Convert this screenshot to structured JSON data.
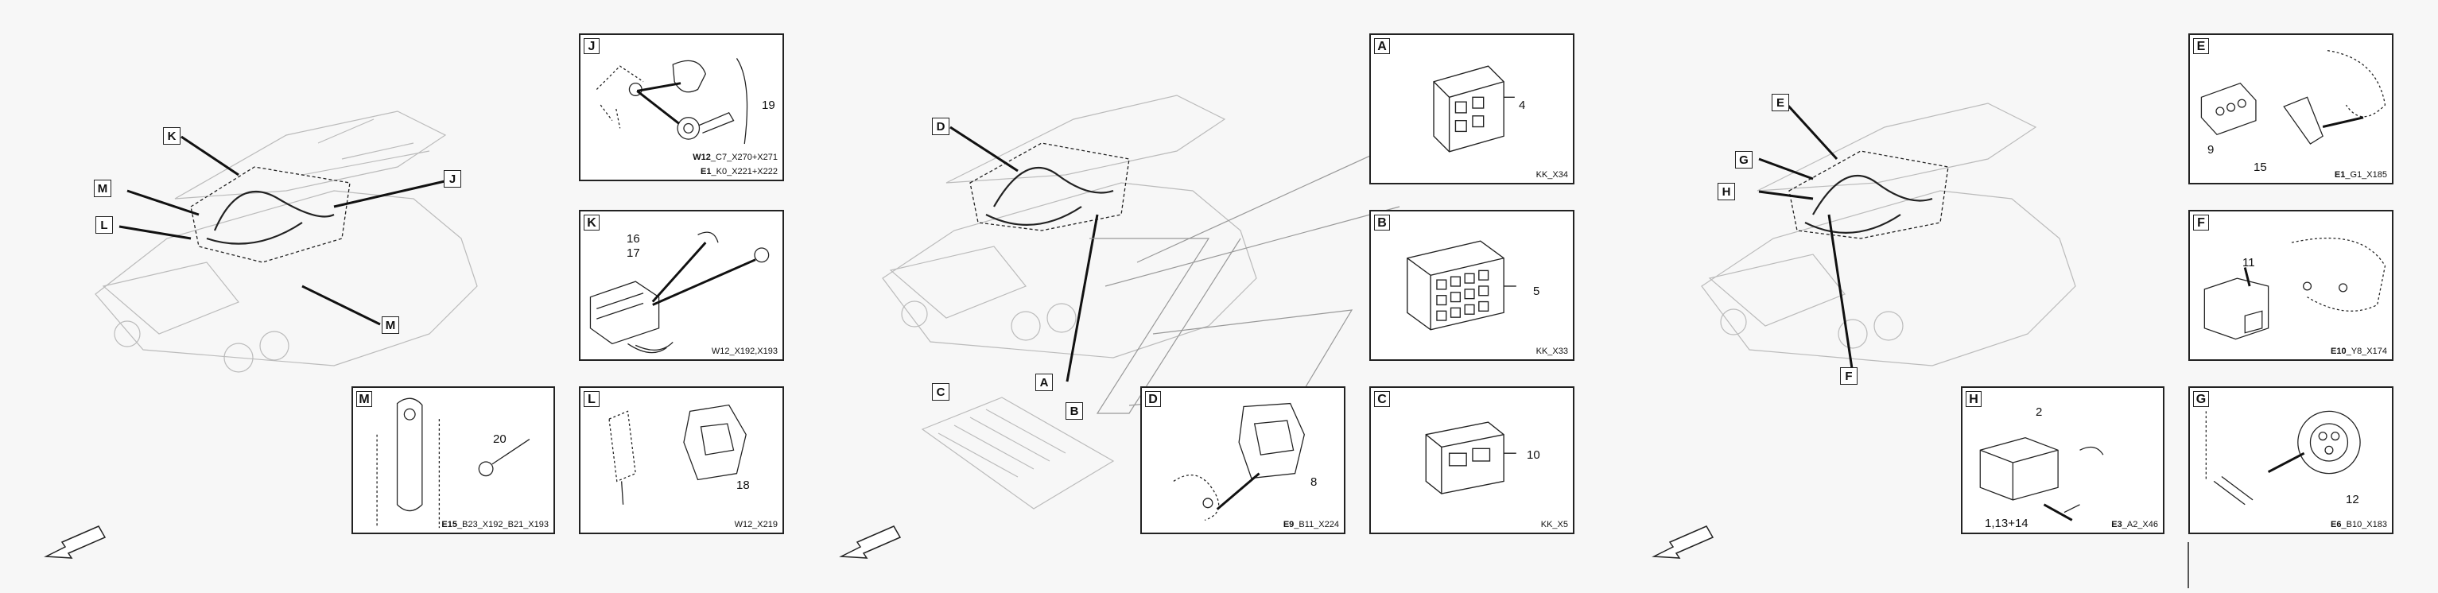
{
  "panels": {
    "J": {
      "letter": "J",
      "numbers": [
        "19"
      ],
      "ref1_bold": "W12",
      "ref1_rest": "_C7_X270+X271",
      "ref2_bold": "E1",
      "ref2_rest": "_K0_X221+X222"
    },
    "K": {
      "letter": "K",
      "numbers": [
        "16",
        "17"
      ],
      "ref": "W12_X192,X193"
    },
    "M": {
      "letter": "M",
      "numbers": [
        "20"
      ],
      "ref_bold": "E15",
      "ref_rest": "_B23_X192_B21_X193"
    },
    "L": {
      "letter": "L",
      "numbers": [
        "18"
      ],
      "ref": "W12_X219"
    },
    "A": {
      "letter": "A",
      "numbers": [
        "4"
      ],
      "ref": "KK_X34"
    },
    "B": {
      "letter": "B",
      "numbers": [
        "5"
      ],
      "ref": "KK_X33"
    },
    "C": {
      "letter": "C",
      "numbers": [
        "10"
      ],
      "ref": "KK_X5"
    },
    "D": {
      "letter": "D",
      "numbers": [
        "8"
      ],
      "ref_bold": "E9",
      "ref_rest": "_B11_X224"
    },
    "E": {
      "letter": "E",
      "numbers": [
        "9",
        "15"
      ],
      "ref_bold": "E1",
      "ref_rest": "_G1_X185"
    },
    "F": {
      "letter": "F",
      "numbers": [
        "11"
      ],
      "ref_bold": "E10",
      "ref_rest": "_Y8_X174"
    },
    "H": {
      "letter": "H",
      "numbers": [
        "2",
        "1,13+14"
      ],
      "ref_bold": "E3",
      "ref_rest": "_A2_X46"
    },
    "G": {
      "letter": "G",
      "numbers": [
        "12"
      ],
      "ref_bold": "E6",
      "ref_rest": "_B10_X183"
    }
  },
  "callouts": {
    "left": [
      "K",
      "M",
      "L",
      "J",
      "M"
    ],
    "middle": [
      "D",
      "C",
      "A",
      "B"
    ],
    "right": [
      "E",
      "G",
      "H",
      "F"
    ]
  },
  "colors": {
    "line": "#222222",
    "background": "#f7f7f7",
    "panel": "#ffffff",
    "faint": "#bbbbbb"
  }
}
